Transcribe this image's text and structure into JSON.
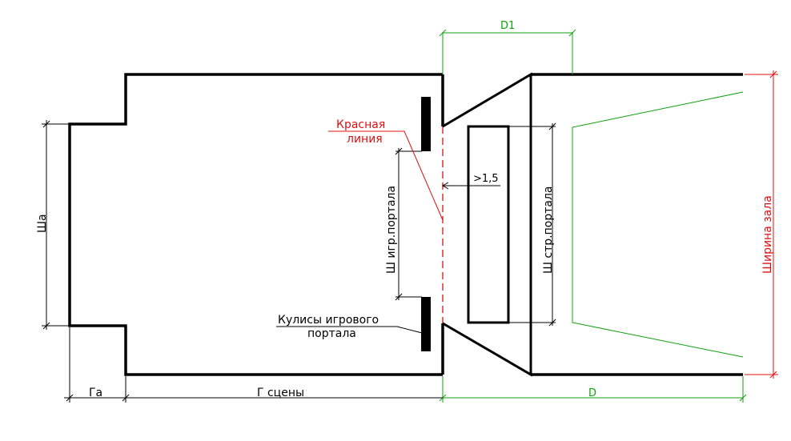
{
  "labels": {
    "red_line_1": "Красная",
    "red_line_2": "линия",
    "portal_wings_1": "Кулисы игрового",
    "portal_wings_2": "портала",
    "play_portal_width": "Ш игр.портала",
    "struct_portal_width": "Ш стр.портала",
    "min_distance": ">1,5",
    "side_stage_width": "Шa",
    "side_stage_depth": "Гa",
    "stage_depth": "Г сцены",
    "hall_depth": "D",
    "forestage_depth": "D1",
    "hall_width": "Ширина зала"
  },
  "colors": {
    "outline": "#000000",
    "dimension_green": "#10a010",
    "red_line": "#e01010"
  }
}
